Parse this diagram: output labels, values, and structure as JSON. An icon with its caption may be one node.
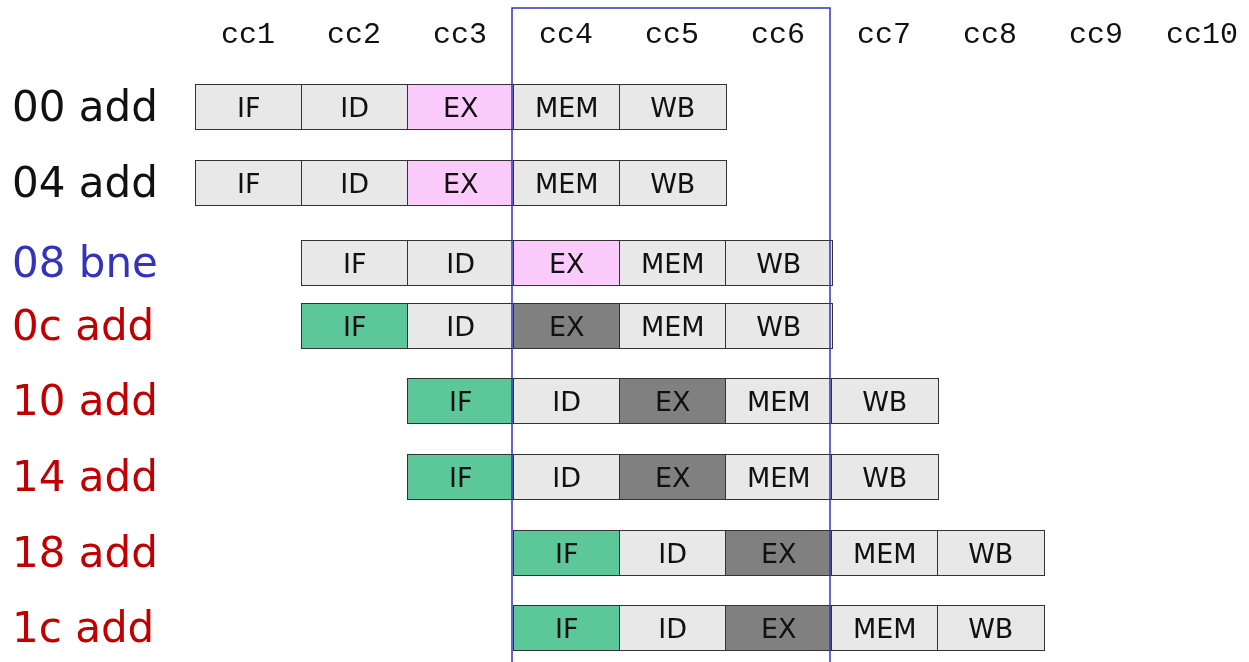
{
  "diagram": {
    "nodes": [
      {
        "text": [
          "IF"
        ]
      },
      {
        "text": [
          "ID"
        ]
      },
      {
        "text": [
          "EX"
        ]
      },
      {
        "text": [
          "MEM"
        ]
      },
      {
        "text": [
          "WB"
        ]
      },
      {
        "text": [
          "IF"
        ]
      },
      {
        "text": [
          "ID"
        ]
      },
      {
        "text": [
          "EX"
        ]
      },
      {
        "text": [
          "MEM"
        ]
      },
      {
        "text": [
          "WB"
        ]
      },
      {
        "text": [
          "IF"
        ]
      },
      {
        "text": [
          "ID"
        ]
      },
      {
        "text": [
          "EX"
        ]
      },
      {
        "text": [
          "MEM"
        ]
      },
      {
        "text": [
          "WB"
        ]
      },
      {
        "text": [
          "IF"
        ]
      },
      {
        "text": [
          "ID"
        ]
      },
      {
        "text": [
          "EX"
        ]
      },
      {
        "text": [
          "MEM"
        ]
      },
      {
        "text": [
          "WB"
        ]
      },
      {
        "text": [
          "IF"
        ]
      },
      {
        "text": [
          "ID"
        ]
      },
      {
        "text": [
          "EX"
        ]
      },
      {
        "text": [
          "MEM"
        ]
      },
      {
        "text": [
          "WB"
        ]
      },
      {
        "text": [
          "IF"
        ]
      },
      {
        "text": [
          "ID"
        ]
      },
      {
        "text": [
          "EX"
        ]
      },
      {
        "text": [
          "MEM"
        ]
      },
      {
        "text": [
          "WB"
        ]
      },
      {
        "text": [
          "IF"
        ]
      },
      {
        "text": [
          "ID"
        ]
      },
      {
        "text": [
          "EX"
        ]
      },
      {
        "text": [
          "MEM"
        ]
      },
      {
        "text": [
          "WB"
        ]
      },
      {
        "text": [
          "IF"
        ]
      },
      {
        "text": [
          "ID"
        ]
      },
      {
        "text": [
          "EX"
        ]
      },
      {
        "text": [
          "MEM"
        ]
      },
      {
        "text": [
          "WB"
        ]
      }
    ],
    "labels": [
      "cc1",
      "cc2",
      "cc3",
      "cc4",
      "cc5",
      "cc6",
      "cc7",
      "cc8",
      "cc9",
      "cc10",
      "00 add",
      "04 add",
      "08 bne",
      "0c add",
      "10 add",
      "14 add",
      "18 add",
      "1c add"
    ]
  }
}
